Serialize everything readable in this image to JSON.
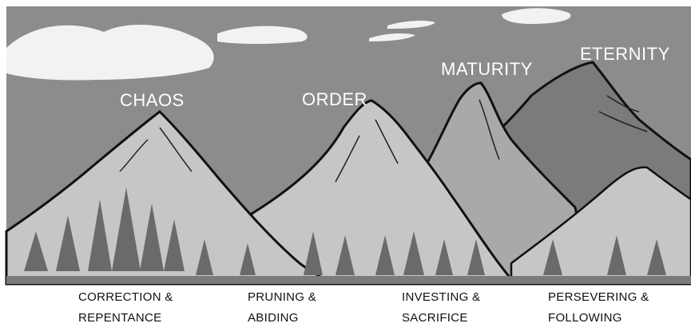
{
  "peaks": [
    {
      "id": "chaos",
      "label": "CHAOS"
    },
    {
      "id": "order",
      "label": "ORDER"
    },
    {
      "id": "maturity",
      "label": "MATURITY"
    },
    {
      "id": "eternity",
      "label": "ETERNITY"
    }
  ],
  "captions": [
    {
      "line1": "CORRECTION &",
      "line2": "REPENTANCE"
    },
    {
      "line1": "PRUNING &",
      "line2": "ABIDING"
    },
    {
      "line1": "INVESTING &",
      "line2": "SACRIFICE"
    },
    {
      "line1": "PERSEVERING &",
      "line2": "FOLLOWING"
    }
  ],
  "colors": {
    "sky": "#8c8c8c",
    "mountain_light": "#c6c6c6",
    "mountain_mid": "#a9a9a9",
    "mountain_dark": "#7b7b7b",
    "trees": "#6a6a6a",
    "outline": "#111111",
    "cloud": "#f2f2f2"
  }
}
